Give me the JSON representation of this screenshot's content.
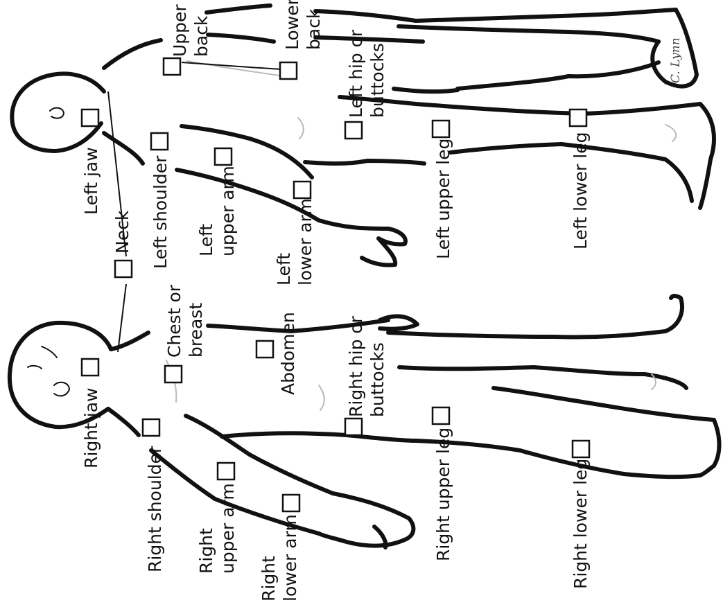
{
  "signature": "C. Lynn",
  "colors": {
    "ink": "#111111",
    "paper": "#ffffff",
    "sketch": "#b9b9b9"
  },
  "labels": {
    "upper_back": [
      "Upper",
      "back"
    ],
    "lower_back": [
      "Lower",
      "back"
    ],
    "left_hip": [
      "Left hip or",
      "buttocks"
    ],
    "left_jaw": [
      "Left jaw"
    ],
    "neck": [
      "Neck"
    ],
    "left_shoulder": [
      "Left shoulder"
    ],
    "left_upper_arm": [
      "Left",
      "upper arm"
    ],
    "left_lower_arm": [
      "Left",
      "lower arm"
    ],
    "left_upper_leg": [
      "Left upper leg"
    ],
    "left_lower_leg": [
      "Left lower leg"
    ],
    "chest": [
      "Chest or",
      "breast"
    ],
    "abdomen": [
      "Abdomen"
    ],
    "right_hip": [
      "Right hip or",
      "buttocks"
    ],
    "right_jaw": [
      "Right jaw"
    ],
    "right_shoulder": [
      "Right shoulder"
    ],
    "right_upper_arm": [
      "Right",
      "upper arm"
    ],
    "right_lower_arm": [
      "Right",
      "lower arm"
    ],
    "right_upper_leg": [
      "Right upper leg"
    ],
    "right_lower_leg": [
      "Right lower leg"
    ]
  }
}
